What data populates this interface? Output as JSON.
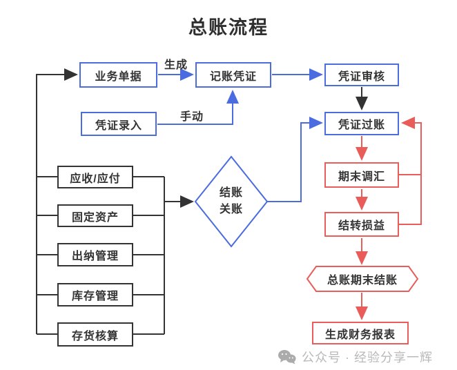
{
  "title": "总账流程",
  "flow": {
    "business_doc": "业务单据",
    "voucher_entry": "凭证录入",
    "bookkeeping_voucher": "记账凭证",
    "voucher_review": "凭证审核",
    "voucher_posting": "凭证过账",
    "closing_line1": "结账",
    "closing_line2": "关账",
    "period_end_fx": "期末调汇",
    "carryover_pl": "结转损益",
    "gl_period_end": "总账期末结账",
    "generate_reports": "生成财务报表"
  },
  "left_modules": [
    "应收/应付",
    "固定资产",
    "出纳管理",
    "库存管理",
    "存货核算"
  ],
  "edge_labels": {
    "generate": "生成",
    "manual": "手动"
  },
  "watermark": {
    "text": "公众号 · 经验分享一辉",
    "icon": "wechat-icon"
  },
  "colors": {
    "blue": "#4a6ce0",
    "red": "#e85d5a",
    "black": "#333333",
    "watermark_gray": "#b9b9b9"
  }
}
